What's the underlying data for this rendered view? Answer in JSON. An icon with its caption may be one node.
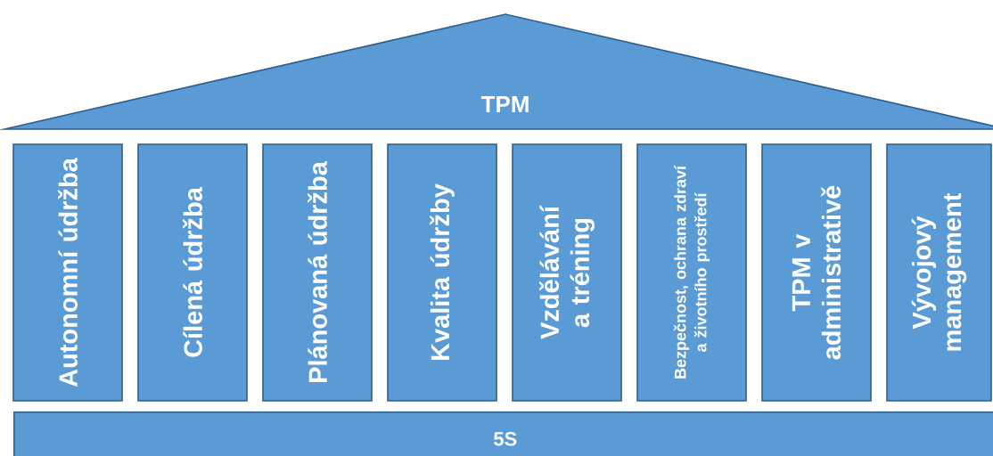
{
  "diagram": {
    "nodes": [
      {
        "text": [
          "TPM"
        ]
      },
      {
        "text": [
          "Autonomní údržba"
        ]
      },
      {
        "text": [
          "Cílená údržba"
        ]
      },
      {
        "text": [
          "Plánovaná údržba"
        ]
      },
      {
        "text": [
          "Kvalita údržby"
        ]
      },
      {
        "text": [
          "Vzdělávání a tréning"
        ]
      },
      {
        "text": [
          "Bezpečnost, ochrana zdraví a životního prostředí"
        ]
      },
      {
        "text": [
          "TPM v administrativě"
        ]
      },
      {
        "text": [
          "Vývojový management"
        ]
      },
      {
        "text": [
          "5S"
        ]
      }
    ]
  }
}
